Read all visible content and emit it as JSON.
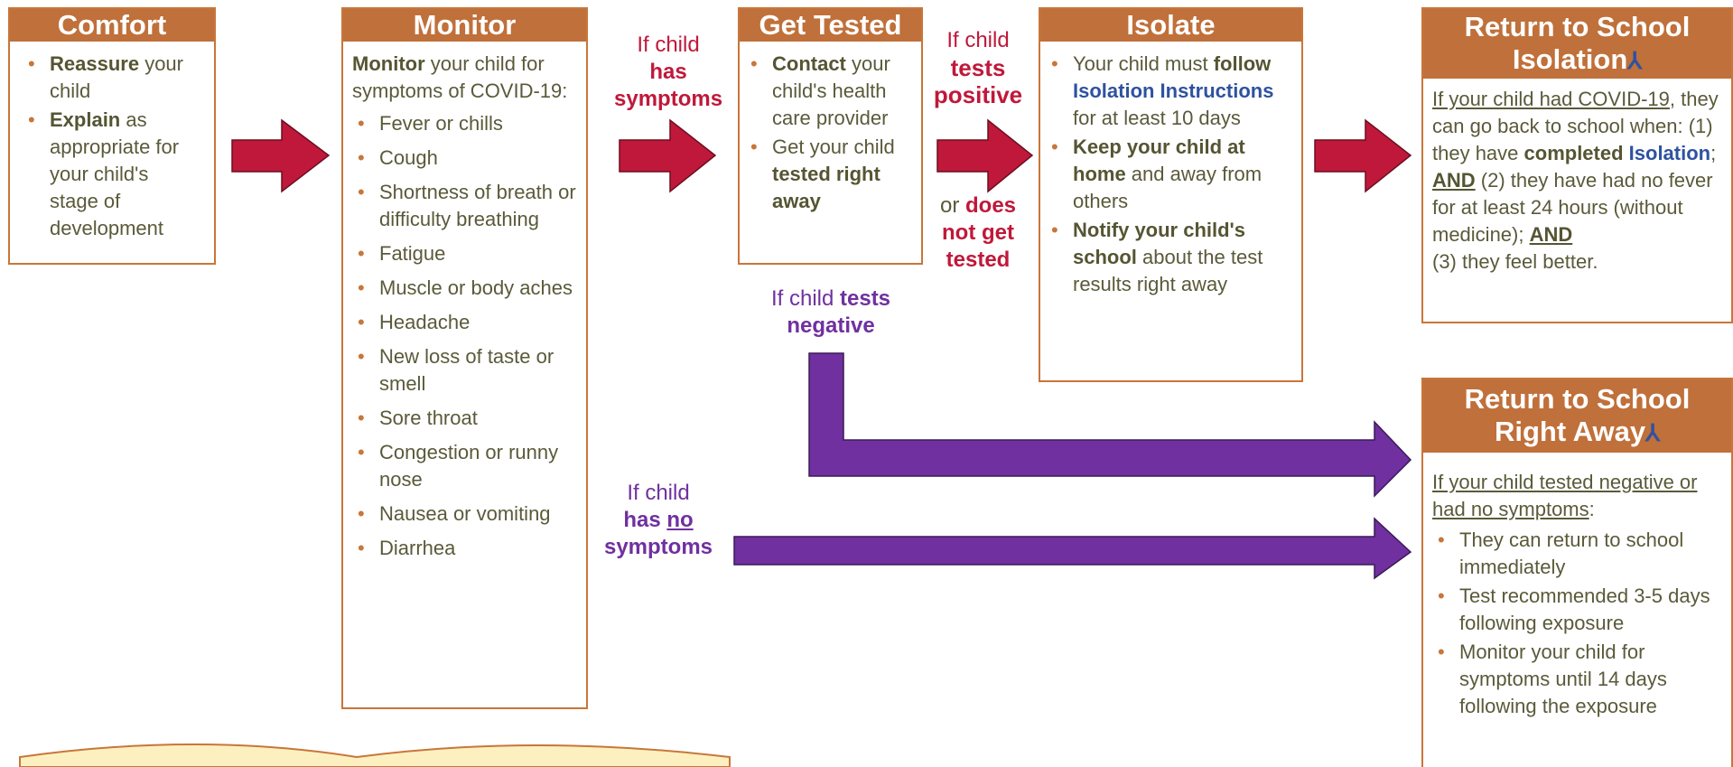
{
  "comfort": {
    "title": "Comfort",
    "items": [
      {
        "bold": "Reassure",
        "text": " your child"
      },
      {
        "bold": "Explain",
        "text": " as appropriate for your child's stage of development"
      }
    ]
  },
  "monitor": {
    "title": "Monitor",
    "intro_bold": "Monitor",
    "intro_text": " your child for symptoms of COVID-19:",
    "symptoms": [
      "Fever or chills",
      "Cough",
      "Shortness of breath or difficulty breathing",
      "Fatigue",
      "Muscle or body aches",
      "Headache",
      "New loss of taste or smell",
      "Sore throat",
      "Congestion or runny nose",
      "Nausea or vomiting",
      "Diarrhea"
    ]
  },
  "get_tested": {
    "title": "Get Tested",
    "item1_bold": "Contact",
    "item1_text": " your child's health care provider",
    "item2_text": "Get your child ",
    "item2_bold": "tested right away"
  },
  "isolate": {
    "title": "Isolate",
    "item1_text_a": "Your child must ",
    "item1_bold": "follow ",
    "item1_blue": "Isolation Instructions",
    "item1_text_b": " for at least 10 days",
    "item2_bold": "Keep your child at home",
    "item2_text": " and away from others",
    "item3_bold": "Notify your child's school",
    "item3_text": " about the test results right away"
  },
  "return_isolation": {
    "title_line1": "Return to School",
    "title_line2": "Isolation",
    "plane_icon": "⅄",
    "p_underline": "If your child had COVID-19",
    "p_a": ", they can go back to school when: (1) they have ",
    "p_bold": "completed ",
    "p_blue": "Isolation",
    "p_b": ";",
    "and1": "AND",
    "p_c": " (2) they have had no fever for at least 24 hours (without medicine); ",
    "and2": "AND",
    "p_d": " (3) they feel better."
  },
  "return_right_away": {
    "title_line1": "Return to School",
    "title_line2": "Right Away",
    "plane_icon": "⅄",
    "intro_underline": "If your child tested negative or had no symptoms",
    "intro_colon": ":",
    "items": [
      "They can return to school immediately",
      "Test recommended 3-5 days following exposure",
      "Monitor your child for symptoms until 14 days following the exposure"
    ]
  },
  "labels": {
    "has_symptoms_1": "If child",
    "has_symptoms_2": "has",
    "has_symptoms_3": "symptoms",
    "positive_1": "If child",
    "positive_2": "tests",
    "positive_3": "positive",
    "notest_1": "or ",
    "notest_2": "does",
    "notest_3": "not get",
    "notest_4": "tested",
    "negative_1": "If child ",
    "negative_2": "tests",
    "negative_3": "negative",
    "nosym_1": "If child",
    "nosym_2": "has ",
    "nosym_3": "no",
    "nosym_4": "symptoms"
  },
  "colors": {
    "header": "#c0703a",
    "border": "#c8763a",
    "red_arrow": "#c0183a",
    "purple_arrow": "#7030a0",
    "blue_text": "#2e52a0",
    "banner": "#fdf0c0"
  }
}
